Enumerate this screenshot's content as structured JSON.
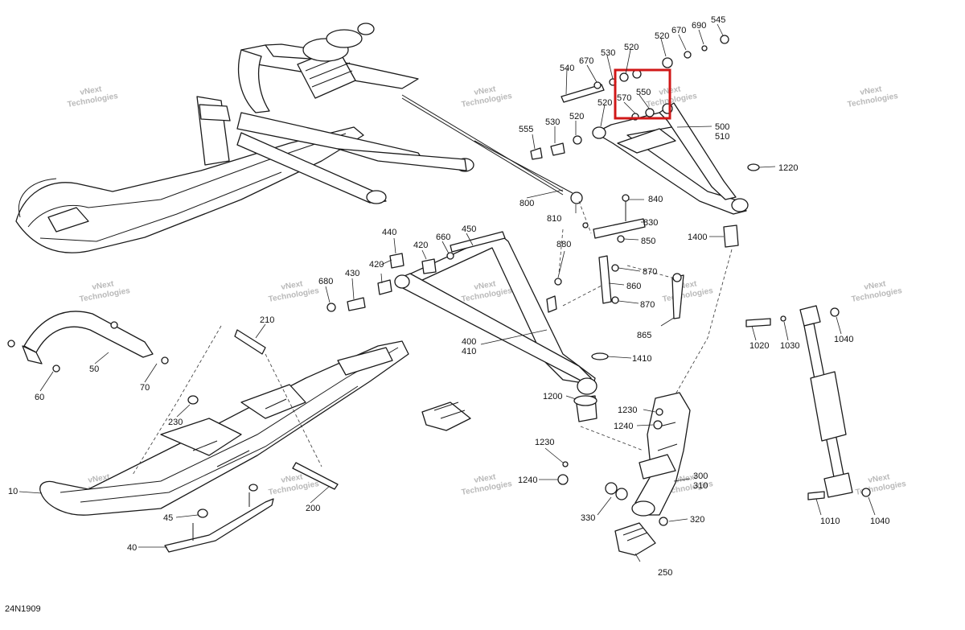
{
  "diagram": {
    "id": "24N1909",
    "watermark_line1": "vNext",
    "watermark_line2": "Technologies",
    "highlight_color": "#d01818",
    "callouts": {
      "c10": "10",
      "c40": "40",
      "c45": "45",
      "c50": "50",
      "c60": "60",
      "c70": "70",
      "c200": "200",
      "c210": "210",
      "c230": "230",
      "c250": "250",
      "c300": "300",
      "c310": "310",
      "c320": "320",
      "c330": "330",
      "c400": "400",
      "c410": "410",
      "c420a": "420",
      "c420b": "420",
      "c430": "430",
      "c440": "440",
      "c450": "450",
      "c500": "500",
      "c510": "510",
      "c520a": "520",
      "c520b": "520",
      "c520c": "520",
      "c520d": "520",
      "c530a": "530",
      "c530b": "530",
      "c540": "540",
      "c545": "545",
      "c550": "550",
      "c555": "555",
      "c570": "570",
      "c660": "660",
      "c670a": "670",
      "c670b": "670",
      "c680": "680",
      "c690": "690",
      "c800": "800",
      "c810": "810",
      "c830": "830",
      "c840": "840",
      "c850": "850",
      "c860": "860",
      "c865": "865",
      "c870a": "870",
      "c870b": "870",
      "c880": "880",
      "c1010": "1010",
      "c1020": "1020",
      "c1030": "1030",
      "c1040a": "1040",
      "c1040b": "1040",
      "c1200": "1200",
      "c1220": "1220",
      "c1230a": "1230",
      "c1230b": "1230",
      "c1240a": "1240",
      "c1240b": "1240",
      "c1400": "1400",
      "c1410": "1410"
    }
  }
}
